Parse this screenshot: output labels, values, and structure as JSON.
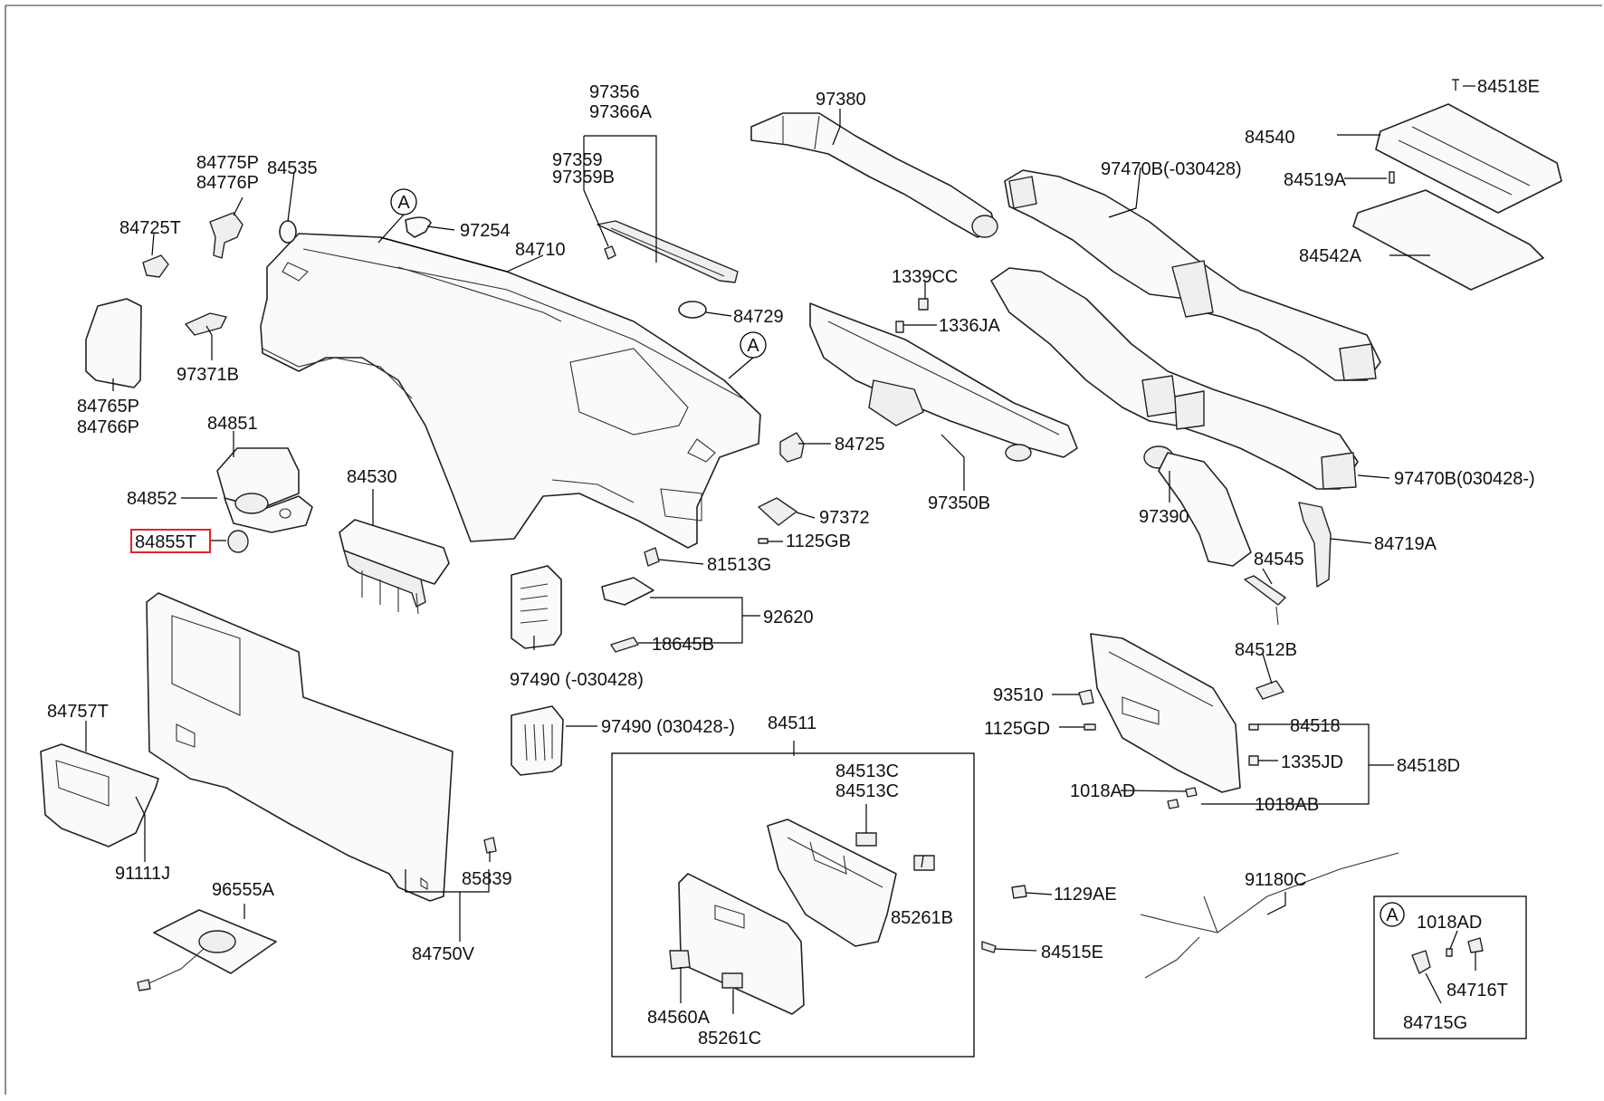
{
  "highlight_color": "#e0262b",
  "callout_letter": "A",
  "labels": [
    "84518E",
    "84540",
    "84519A",
    "84542A",
    "97380",
    "97470B(-030428)",
    "97356",
    "97366A",
    "97359",
    "97359B",
    "84775P",
    "84776P",
    "84535",
    "84725T",
    "97254",
    "84710",
    "1339CC",
    "1336JA",
    "84729",
    "97371B",
    "84765P",
    "84766P",
    "84851",
    "84852",
    "84855T",
    "84530",
    "84725",
    "97350B",
    "97372",
    "1125GB",
    "97390",
    "97470B(030428-)",
    "84719A",
    "81513G",
    "84545",
    "92620",
    "18645B",
    "97490 (-030428)",
    "84512B",
    "93510",
    "1125GD",
    "84518",
    "1335JD",
    "84518D",
    "1018AD",
    "1018AB",
    "84757T",
    "97490 (030428-)",
    "84511",
    "84513C",
    "84513C",
    "91111J",
    "85839",
    "85261B",
    "1129AE",
    "91180C",
    "96555A",
    "84750V",
    "84515E",
    "1018AD",
    "84716T",
    "84715G",
    "84560A",
    "85261C"
  ]
}
